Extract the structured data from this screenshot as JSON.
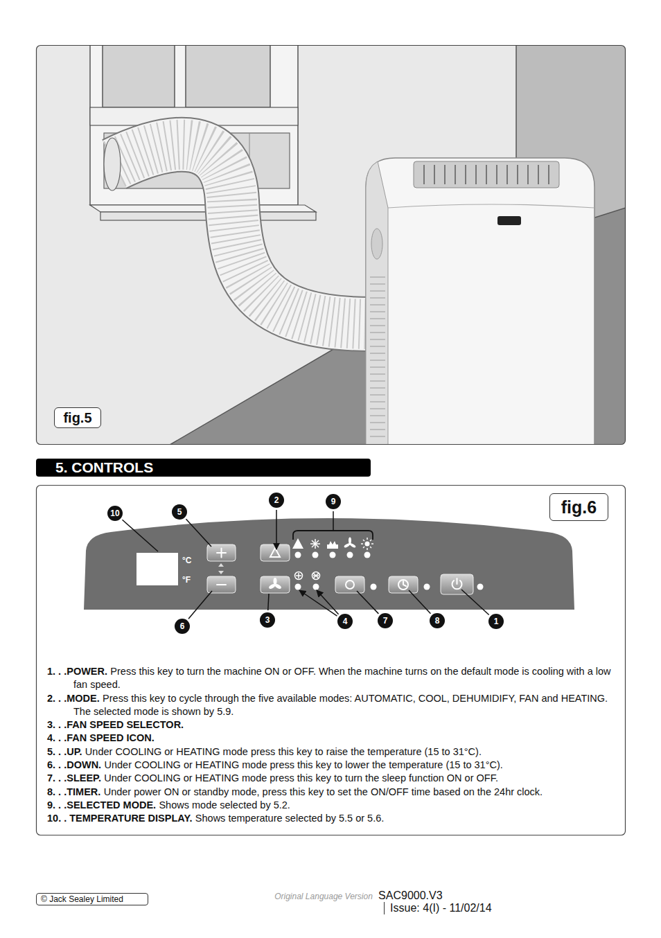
{
  "diagram": {
    "title": "5. CONTROLS",
    "nodes": [
      {
        "text": [
          "fig.5"
        ]
      },
      {
        "text": [
          "10"
        ]
      },
      {
        "text": [
          "5"
        ]
      },
      {
        "text": [
          "2"
        ]
      },
      {
        "text": [
          "9"
        ]
      },
      {
        "text": [
          "fig.6"
        ]
      },
      {
        "text": [
          "6"
        ]
      },
      {
        "text": [
          "3"
        ]
      },
      {
        "text": [
          "4"
        ]
      },
      {
        "text": [
          "7"
        ]
      },
      {
        "text": [
          "8"
        ]
      },
      {
        "text": [
          "1"
        ]
      },
      {
        "text": [
          "© Jack Sealey Limited"
        ]
      },
      {
        "text": [
          "SAC9000.V3",
          "Issue: 4(I) - 11/02/14"
        ]
      }
    ],
    "labels": [
      "°C",
      "°F",
      "1. . .POWER.",
      "Press this key to turn the machine ON or OFF. When the machine turns on the default mode is cooling with a low fan speed.",
      "2. . .MODE.",
      "Press this key to cycle through the five available modes: AUTOMATIC, COOL, DEHUMIDIFY, FAN and HEATING. The selected mode is shown by 5.9.",
      "3. . .FAN SPEED SELECTOR.",
      "4. . .FAN SPEED ICON.",
      "5. . .UP.",
      "Under COOLING or HEATING mode press this key to raise the temperature (15 to 31°C).",
      "6. . .DOWN.",
      "Under COOLING or HEATING mode press this key to lower the temperature (15 to 31°C).",
      "7. . .SLEEP.",
      "Under COOLING or HEATING mode press this key to turn the sleep function ON or OFF.",
      "8. . .TIMER.",
      "Under power ON or standby mode, press this key to set the ON/OFF time based on the 24hr clock.",
      "9. . .SELECTED MODE.",
      "Shows mode selected by 5.2.",
      "10. . TEMPERATURE DISPLAY.",
      "Shows temperature selected by 5.5 or 5.6.",
      "Original Language Version"
    ]
  }
}
